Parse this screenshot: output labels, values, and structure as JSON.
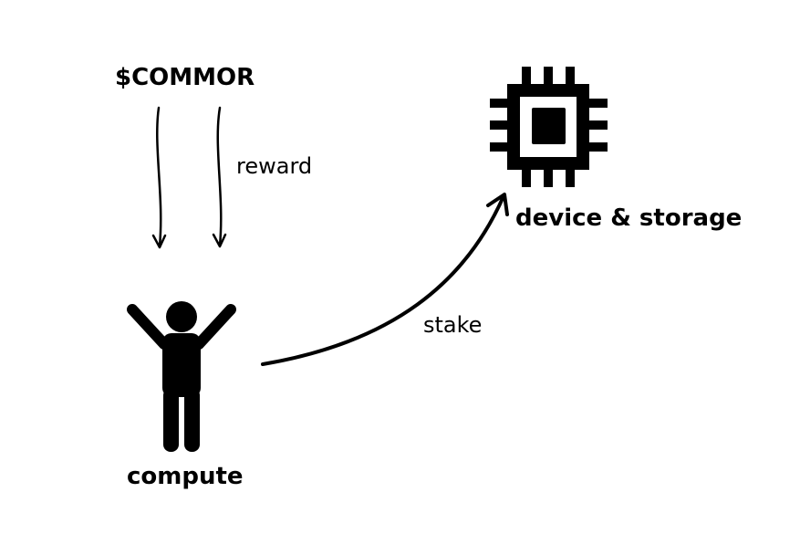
{
  "diagram": {
    "token_label": "$COMMOR",
    "reward_label": "reward",
    "stake_label": "stake",
    "device_label": "device & storage",
    "compute_label": "compute",
    "icons": {
      "person": "person-arms-raised-icon",
      "chip": "cpu-chip-icon"
    },
    "colors": {
      "ink": "#000000",
      "background": "#ffffff"
    }
  }
}
